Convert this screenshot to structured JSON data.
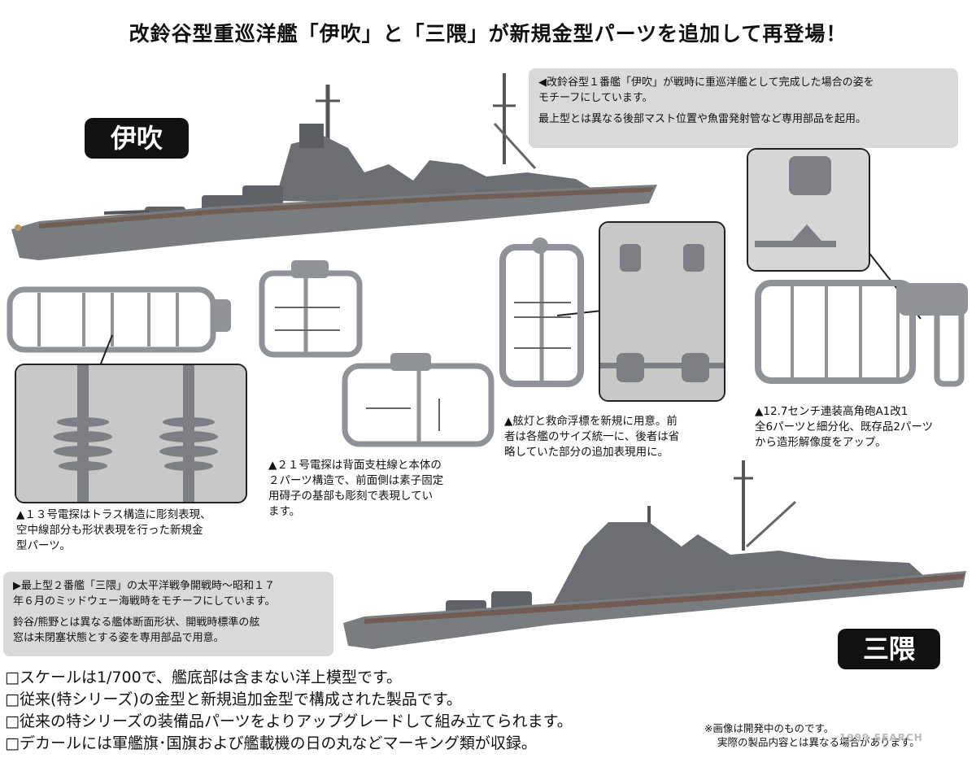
{
  "headline": "改鈴谷型重巡洋艦「伊吹」と「三隈」が新規金型パーツを追加して再登場！",
  "ibuki": {
    "tag": "伊吹",
    "info_line1": "◀改鈴谷型１番艦「伊吹」が戦時に重巡洋艦として完成した場合の姿を",
    "info_line2": "モチーフにしています。",
    "info_line3": "最上型とは異なる後部マスト位置や魚雷発射管など専用部品を起用。"
  },
  "mikuma": {
    "tag": "三隈",
    "info_line1": "▶最上型２番艦「三隈」の太平洋戦争開戦時～昭和１７",
    "info_line2": "年６月のミッドウェー海戦時をモチーフにしています。",
    "info_line3": "鈴谷/熊野とは異なる艦体断面形状、開戦時標準の舷",
    "info_line4": "窓は未閉塞状態とする姿を専用部品で用意。"
  },
  "captions": {
    "radar13": "▲１３号電探はトラス構造に彫刻表現、\n空中線部分も形状表現を行った新規金\n型パーツ。",
    "radar21": "▲２１号電探は背面支柱線と本体の\n２パーツ構造で、前面側は素子固定\n用碍子の基部も彫刻で表現してい\nます。",
    "lamps": "▲舷灯と救命浮標を新規に用意。前\n者は各艦のサイズ統一に、後者は省\n略していた部分の追加表現用に。",
    "gun127": "▲12.7センチ連装高角砲A1改1\n全6パーツと細分化、既存品2パーツ\nから造形解像度をアップ。"
  },
  "bullets": [
    "□スケールは1/700で、艦底部は含まない洋上模型です。",
    "□従来(特シリーズ)の金型と新規追加金型で構成された製品です。",
    "□従来の特シリーズの装備品パーツをよりアップグレードして組み立てられます。",
    "□デカールには軍艦旗･国旗および艦載機の日の丸などマーキング類が収録。"
  ],
  "note_line1": "※画像は開発中のものです。",
  "note_line2": "実際の製品内容とは異なる場合があります。",
  "watermark": "1999 SEARCH",
  "colors": {
    "hull": "#7a7d80",
    "deck": "#6e4a3a",
    "runner": "#8f9296",
    "caption_box": "#d9d9d9",
    "tag_bg": "#111111"
  }
}
